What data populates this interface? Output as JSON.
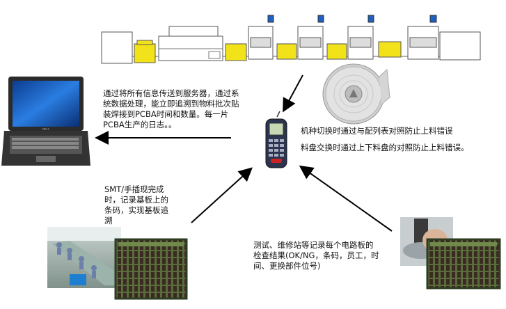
{
  "texts": {
    "server_desc": "通过将所有信息传送到服务器，通过系\n统数据处理，能立即追溯到物料批次贴\n装焊接到PCBA时间和数量。每一片\nPCBA生产的日志。。",
    "machine_check": "机种切换时通过与配列表对照防止上料错误",
    "reel_check": "料盘交换时通过上下料盘的对照防止上料错误。",
    "smt_desc": "SMT/手插现完成\n时，记录基板上的\n条码，实现基板追\n溯",
    "test_desc": "测试、维修站等记录每个电路板的\n检查结果(OK/NG，条码，员工，时\n间、更换部件位号)"
  },
  "laptop": {
    "brand": "DELL"
  },
  "colors": {
    "line_outline": "#555555",
    "conveyor_yellow": "#f2e21a",
    "screen_blue": "#1e5fbf",
    "arrow": "#000000"
  },
  "icons": [
    "production-line",
    "laptop-icon",
    "barcode-scanner-icon",
    "component-reel-icon",
    "assembly-line-photo",
    "pcb-board-photo",
    "inspection-photo"
  ]
}
